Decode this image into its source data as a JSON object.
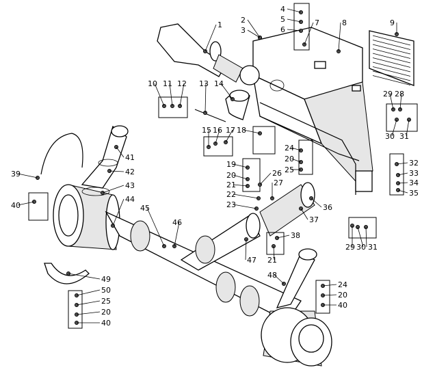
{
  "diagram": {
    "type": "exploded-parts-view",
    "callouts": [
      "1",
      "2",
      "3",
      "4",
      "5",
      "6",
      "7",
      "8",
      "9",
      "10",
      "11",
      "12",
      "13",
      "14",
      "29",
      "28",
      "30",
      "31",
      "15",
      "16",
      "17",
      "18",
      "24",
      "20",
      "25",
      "19",
      "20",
      "21",
      "26",
      "27",
      "22",
      "23",
      "36",
      "37",
      "32",
      "33",
      "34",
      "35",
      "41",
      "42",
      "43",
      "44",
      "45",
      "46",
      "39",
      "40",
      "29",
      "30",
      "31",
      "38",
      "47",
      "21",
      "48",
      "49",
      "50",
      "25",
      "20",
      "40",
      "24",
      "20",
      "40"
    ]
  }
}
